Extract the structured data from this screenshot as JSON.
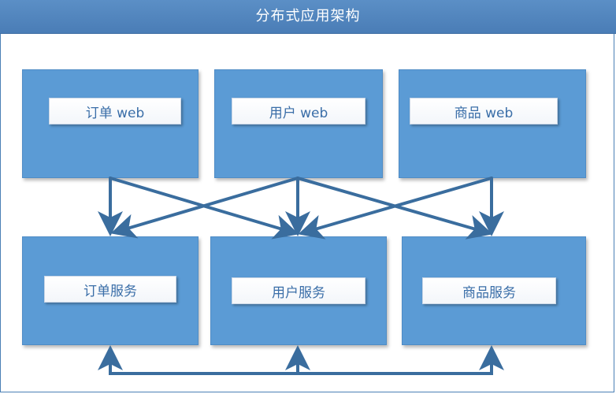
{
  "title": "分布式应用架构",
  "colors": {
    "title_bar": "#4f86c0",
    "box_fill": "#5b9bd5",
    "arrow": "#3a6d9e",
    "label_text": "#3a6ea8"
  },
  "web_layer": [
    {
      "label": "订单 web"
    },
    {
      "label": "用户 web"
    },
    {
      "label": "商品 web"
    }
  ],
  "service_layer": [
    {
      "label": "订单服务"
    },
    {
      "label": "用户服务"
    },
    {
      "label": "商品服务"
    }
  ]
}
